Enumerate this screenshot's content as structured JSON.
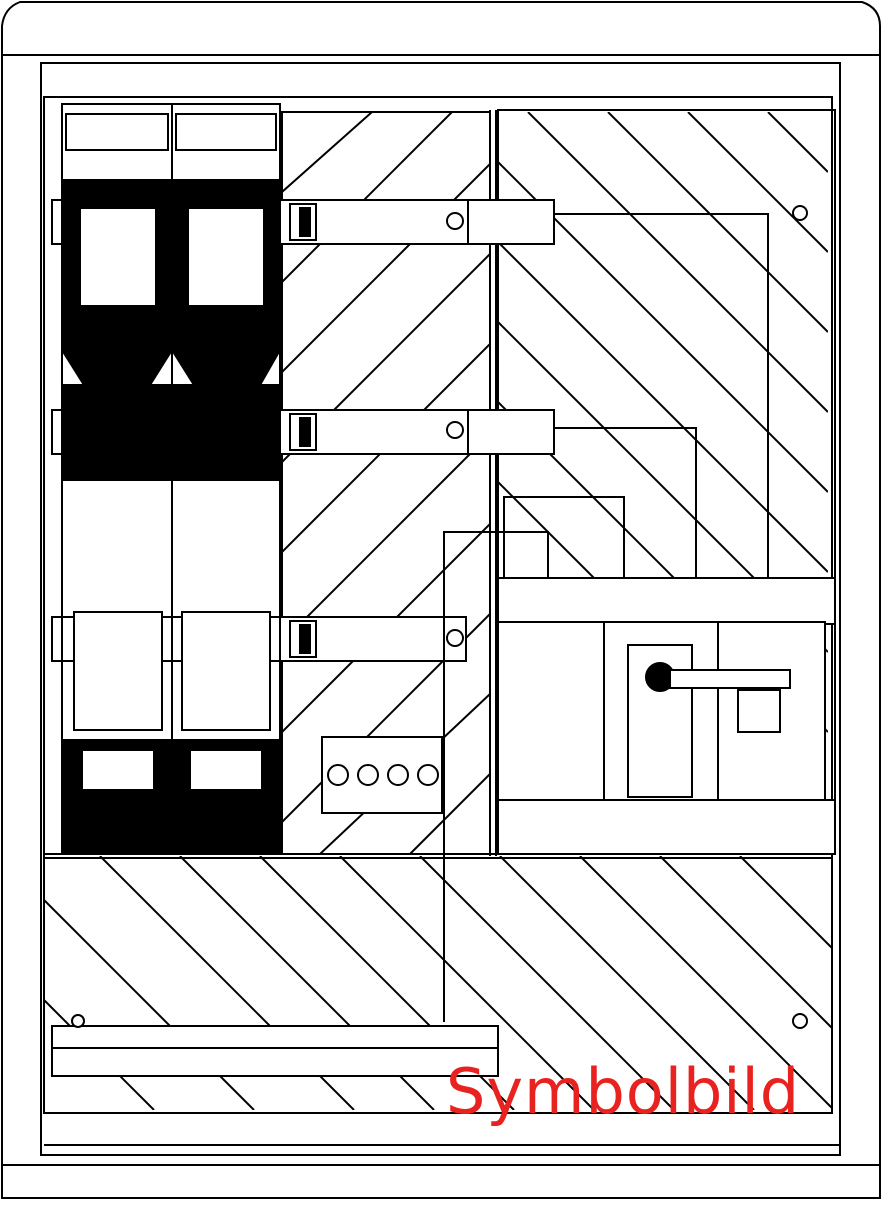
{
  "drawing": {
    "watermark_text": "Symbolbild",
    "watermark_color": "#e8231f",
    "line_color": "#000000",
    "components": [
      "enclosure",
      "fuse-switch-disconnector-left",
      "fuse-switch-disconnector-right",
      "busbar-top",
      "busbar-middle",
      "busbar-bottom",
      "terminal-block",
      "circuit-breaker",
      "circuit-breaker-handle",
      "pe-rail"
    ]
  }
}
